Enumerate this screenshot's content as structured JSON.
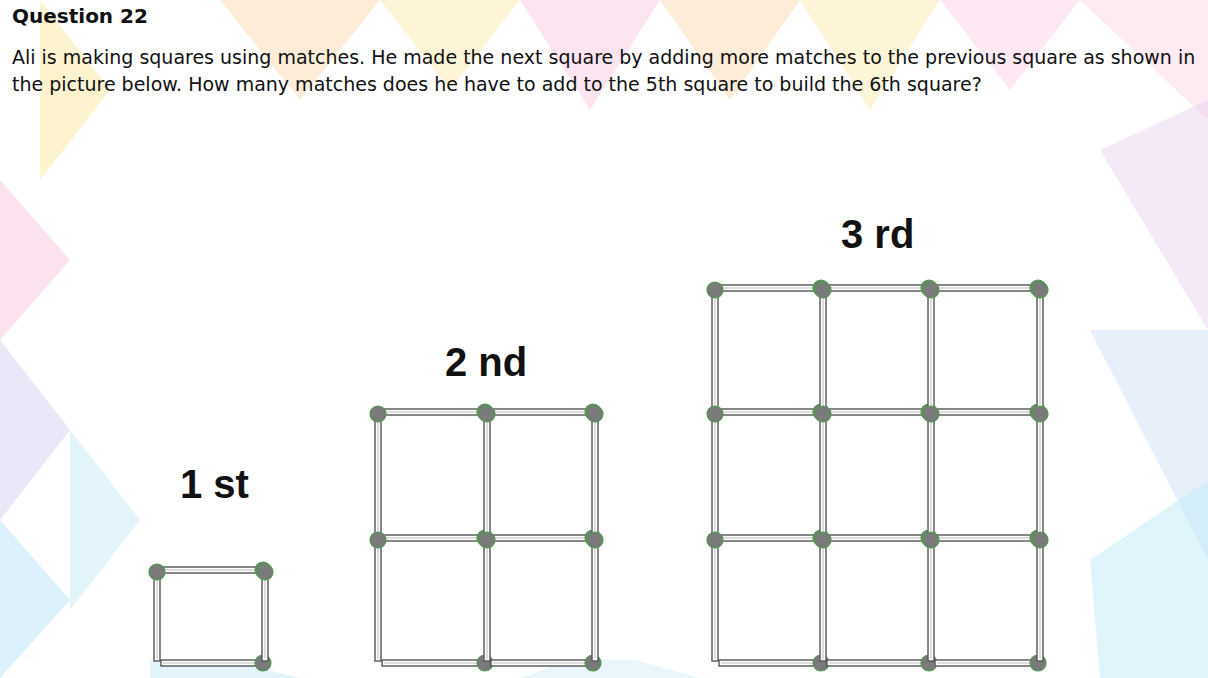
{
  "diagram": {
    "title": "Question 22",
    "labels": [
      "Ali is making squares using matches. He made the next square by adding more matches to the previous square as shown in the picture below. How many matches does he have to add to the 5th square to build the 6th square?",
      "1 st",
      "2 nd",
      "3 rd"
    ]
  }
}
